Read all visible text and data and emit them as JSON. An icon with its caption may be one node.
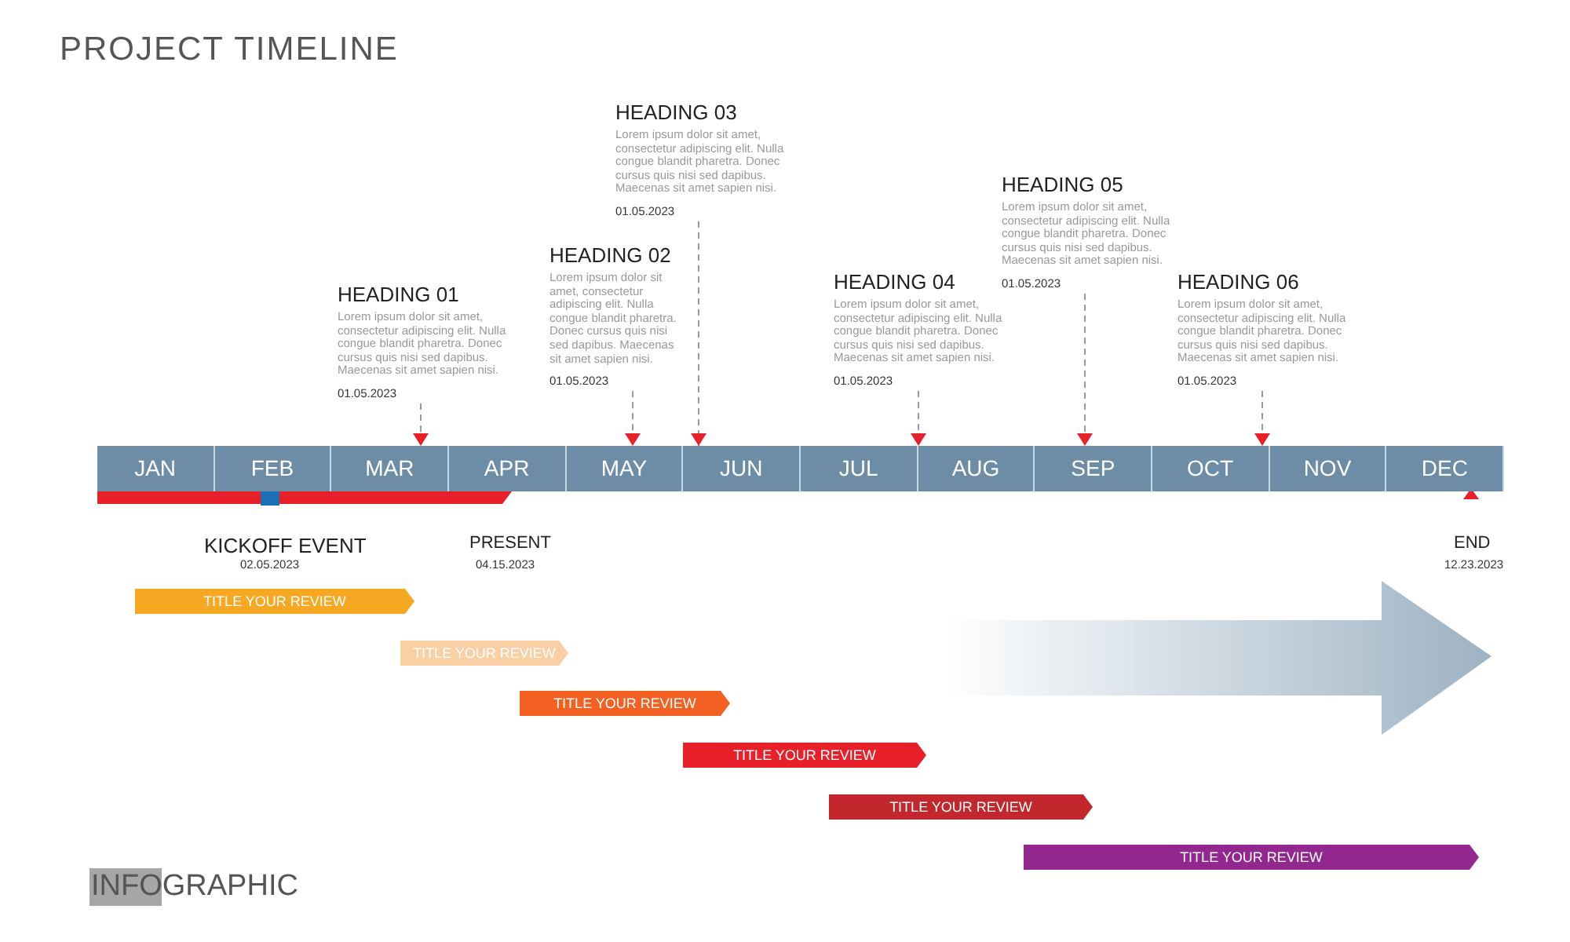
{
  "diagram": {
    "title": "PROJECT TIMELINE",
    "nodes": [
      {
        "text": [
          "HEADING 01",
          "Lorem ipsum dolor sit amet, consectetur adipiscing elit. Nulla congue blandit pharetra. Donec cursus quis nisi sed dapibus. Maecenas sit amet sapien nisi.",
          "01.05.2023"
        ]
      },
      {
        "text": [
          "HEADING 02",
          "Lorem ipsum dolor sit amet, consectetur adipiscing elit. Nulla congue blandit pharetra. Donec cursus quis nisi sed dapibus. Maecenas sit amet sapien nisi.",
          "01.05.2023"
        ]
      },
      {
        "text": [
          "HEADING 03",
          "Lorem ipsum dolor sit amet, consectetur adipiscing elit. Nulla congue blandit pharetra. Donec cursus quis nisi sed dapibus. Maecenas sit amet sapien nisi.",
          "01.05.2023"
        ]
      },
      {
        "text": [
          "HEADING 04",
          "Lorem ipsum dolor sit amet, consectetur adipiscing elit. Nulla congue blandit pharetra. Donec cursus quis nisi sed dapibus. Maecenas sit amet sapien nisi.",
          "01.05.2023"
        ]
      },
      {
        "text": [
          "HEADING 05",
          "Lorem ipsum dolor sit amet, consectetur adipiscing elit. Nulla congue blandit pharetra. Donec cursus quis nisi sed dapibus. Maecenas sit amet sapien nisi.",
          "01.05.2023"
        ]
      },
      {
        "text": [
          "HEADING 06",
          "Lorem ipsum dolor sit amet, consectetur adipiscing elit. Nulla congue blandit pharetra. Donec cursus quis nisi sed dapibus. Maecenas sit amet sapien nisi.",
          "01.05.2023"
        ]
      },
      {
        "text": [
          "JAN"
        ]
      },
      {
        "text": [
          "FEB"
        ]
      },
      {
        "text": [
          "MAR"
        ]
      },
      {
        "text": [
          "APR"
        ]
      },
      {
        "text": [
          "MAY"
        ]
      },
      {
        "text": [
          "JUN"
        ]
      },
      {
        "text": [
          "JUL"
        ]
      },
      {
        "text": [
          "AUG"
        ]
      },
      {
        "text": [
          "SEP"
        ]
      },
      {
        "text": [
          "OCT"
        ]
      },
      {
        "text": [
          "NOV"
        ]
      },
      {
        "text": [
          "DEC"
        ]
      },
      {
        "text": [
          "TITLE YOUR REVIEW"
        ]
      },
      {
        "text": [
          "TITLE YOUR REVIEW"
        ]
      },
      {
        "text": [
          "TITLE YOUR REVIEW"
        ]
      },
      {
        "text": [
          "TITLE YOUR REVIEW"
        ]
      },
      {
        "text": [
          "TITLE YOUR REVIEW"
        ]
      },
      {
        "text": [
          "TITLE YOUR REVIEW"
        ]
      }
    ],
    "edges": [
      {
        "from": 0,
        "to": 8,
        "arrow": "to",
        "style": "dashed"
      },
      {
        "from": 1,
        "to": 10,
        "arrow": "to",
        "style": "dashed"
      },
      {
        "from": 2,
        "to": 11,
        "arrow": "to",
        "style": "dashed"
      },
      {
        "from": 3,
        "to": 12,
        "arrow": "to",
        "style": "dashed"
      },
      {
        "from": 4,
        "to": 14,
        "arrow": "to",
        "style": "dashed"
      },
      {
        "from": 5,
        "to": 15,
        "arrow": "to",
        "style": "dashed"
      }
    ],
    "labels": [
      "KICKOFF EVENT",
      "02.05.2023",
      "PRESENT",
      "04.15.2023",
      "END",
      "12.23.2023",
      "INFOGRAPHIC"
    ]
  }
}
